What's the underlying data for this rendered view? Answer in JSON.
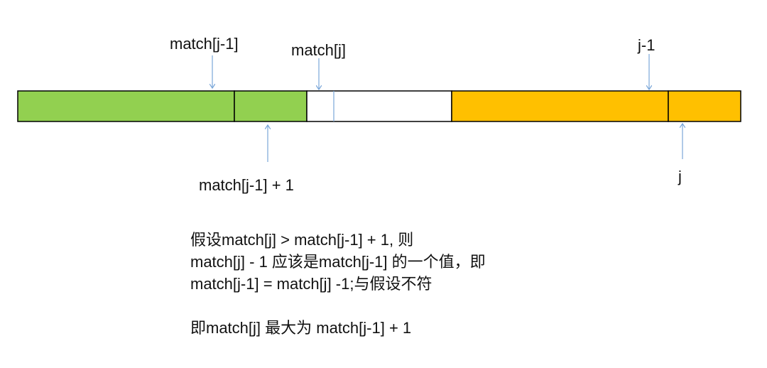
{
  "labels": {
    "match_j_minus_1": "match[j-1]",
    "match_j": "match[j]",
    "j_minus_1": "j-1",
    "match_j_minus_1_plus_1": "match[j-1] + 1",
    "j": "j"
  },
  "explanation": {
    "line1": "假设match[j] > match[j-1] + 1, 则",
    "line2": "match[j] - 1 应该是match[j-1] 的一个值，即",
    "line3": "match[j-1] = match[j] -1;与假设不符",
    "line4": "即match[j] 最大为 match[j-1] + 1"
  },
  "colors": {
    "green": "#92d050",
    "white": "#ffffff",
    "orange": "#ffc000",
    "outline": "#000000",
    "arrow": "#7aa7d9"
  }
}
